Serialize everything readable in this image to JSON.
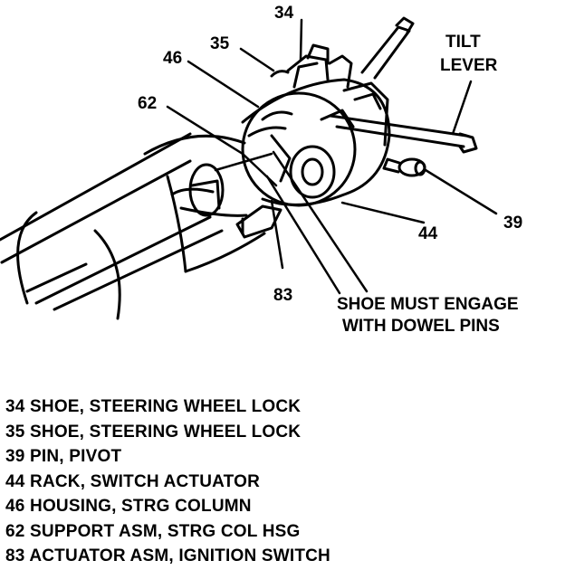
{
  "callouts": {
    "c34": "34",
    "c35": "35",
    "c46": "46",
    "c62": "62",
    "c83": "83",
    "c44": "44",
    "c39": "39",
    "tilt_line1": "TILT",
    "tilt_line2": "LEVER",
    "note_line1": "SHOE MUST ENGAGE",
    "note_line2": "WITH DOWEL PINS"
  },
  "legend": [
    {
      "num": "34",
      "desc": "SHOE, STEERING WHEEL LOCK"
    },
    {
      "num": "35",
      "desc": "SHOE, STEERING WHEEL LOCK"
    },
    {
      "num": "39",
      "desc": "PIN, PIVOT"
    },
    {
      "num": "44",
      "desc": "RACK, SWITCH ACTUATOR"
    },
    {
      "num": "46",
      "desc": "HOUSING, STRG COLUMN"
    },
    {
      "num": "62",
      "desc": "SUPPORT ASM, STRG COL HSG"
    },
    {
      "num": "83",
      "desc": "ACTUATOR ASM, IGNITION SWITCH"
    }
  ]
}
